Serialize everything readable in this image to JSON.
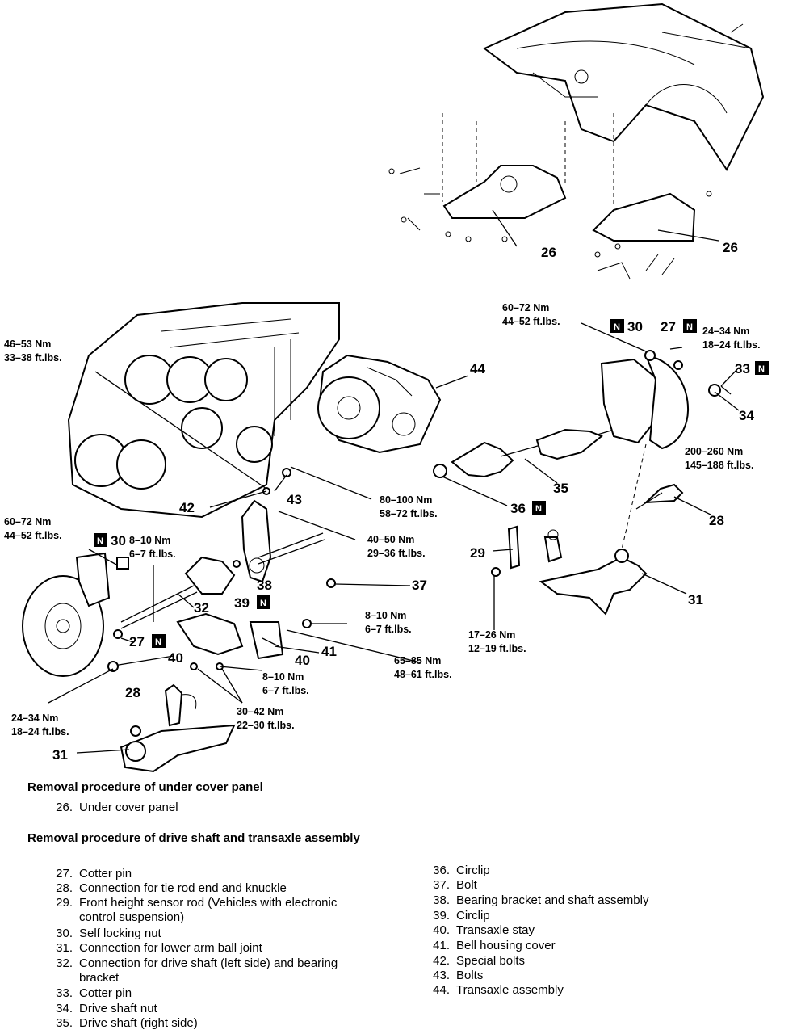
{
  "diagram": {
    "callouts": {
      "c26a": "26",
      "c26b": "26",
      "c27a": "27",
      "c27b": "27",
      "c28a": "28",
      "c28b": "28",
      "c29": "29",
      "c30a": "30",
      "c30b": "30",
      "c31a": "31",
      "c31b": "31",
      "c32": "32",
      "c33": "33",
      "c34": "34",
      "c35": "35",
      "c36": "36",
      "c37": "37",
      "c38": "38",
      "c39": "39",
      "c40a": "40",
      "c40b": "40",
      "c41": "41",
      "c42": "42",
      "c43": "43",
      "c44": "44"
    },
    "badge_letter": "N",
    "torques": {
      "t1": [
        "46–53 Nm",
        "33–38 ft.lbs."
      ],
      "t2": [
        "60–72 Nm",
        "44–52 ft.lbs."
      ],
      "t3": [
        "24–34 Nm",
        "18–24 ft.lbs."
      ],
      "t4": [
        "200–260 Nm",
        "145–188 ft.lbs."
      ],
      "t5": [
        "80–100 Nm",
        "58–72 ft.lbs."
      ],
      "t6": [
        "60–72 Nm",
        "44–52 ft.lbs."
      ],
      "t7": [
        "8–10 Nm",
        "6–7 ft.lbs."
      ],
      "t8": [
        "40–50 Nm",
        "29–36 ft.lbs."
      ],
      "t9": [
        "8–10 Nm",
        "6–7 ft.lbs."
      ],
      "t10": [
        "17–26 Nm",
        "12–19 ft.lbs."
      ],
      "t11": [
        "65–85 Nm",
        "48–61 ft.lbs."
      ],
      "t12": [
        "8–10 Nm",
        "6–7 ft.lbs."
      ],
      "t13": [
        "24–34 Nm",
        "18–24 ft.lbs."
      ],
      "t14": [
        "30–42 Nm",
        "22–30 ft.lbs."
      ]
    }
  },
  "section1": {
    "heading": "Removal procedure of under cover panel",
    "items": [
      {
        "num": "26.",
        "text": "Under cover panel"
      }
    ]
  },
  "section2": {
    "heading": "Removal procedure of drive shaft and transaxle assembly",
    "left_items": [
      {
        "num": "27.",
        "text": "Cotter pin"
      },
      {
        "num": "28.",
        "text": "Connection for tie rod end and knuckle"
      },
      {
        "num": "29.",
        "text": "Front height sensor rod (Vehicles with electronic control suspension)"
      },
      {
        "num": "30.",
        "text": "Self locking nut"
      },
      {
        "num": "31.",
        "text": "Connection for lower arm ball joint"
      },
      {
        "num": "32.",
        "text": "Connection for drive shaft (left side) and bearing bracket"
      },
      {
        "num": "33.",
        "text": "Cotter pin"
      },
      {
        "num": "34.",
        "text": "Drive shaft nut"
      },
      {
        "num": "35.",
        "text": "Drive shaft (right side)"
      }
    ],
    "right_items": [
      {
        "num": "36.",
        "text": "Circlip"
      },
      {
        "num": "37.",
        "text": "Bolt"
      },
      {
        "num": "38.",
        "text": "Bearing bracket and shaft assembly"
      },
      {
        "num": "39.",
        "text": "Circlip"
      },
      {
        "num": "40.",
        "text": "Transaxle stay"
      },
      {
        "num": "41.",
        "text": "Bell housing cover"
      },
      {
        "num": "42.",
        "text": "Special bolts"
      },
      {
        "num": "43.",
        "text": "Bolts"
      },
      {
        "num": "44.",
        "text": "Transaxle assembly"
      }
    ]
  }
}
